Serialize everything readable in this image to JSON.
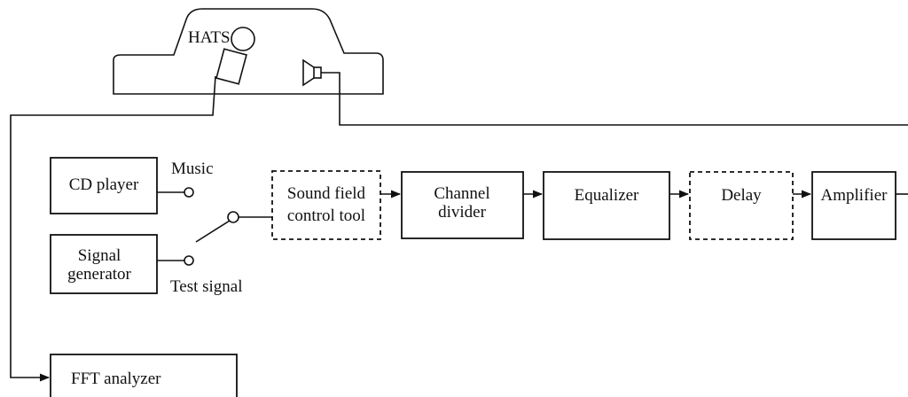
{
  "hats": {
    "label": "HATS"
  },
  "sources": {
    "cd_player": "CD player",
    "music": "Music",
    "signal_generator": [
      "Signal",
      "generator"
    ],
    "test_signal": "Test signal"
  },
  "chain": {
    "sound_field": [
      "Sound field",
      "control tool"
    ],
    "channel_divider": [
      "Channel",
      "divider"
    ],
    "equalizer": "Equalizer",
    "delay": "Delay",
    "amplifier": "Amplifier"
  },
  "analyzer": {
    "label": "FFT analyzer"
  }
}
